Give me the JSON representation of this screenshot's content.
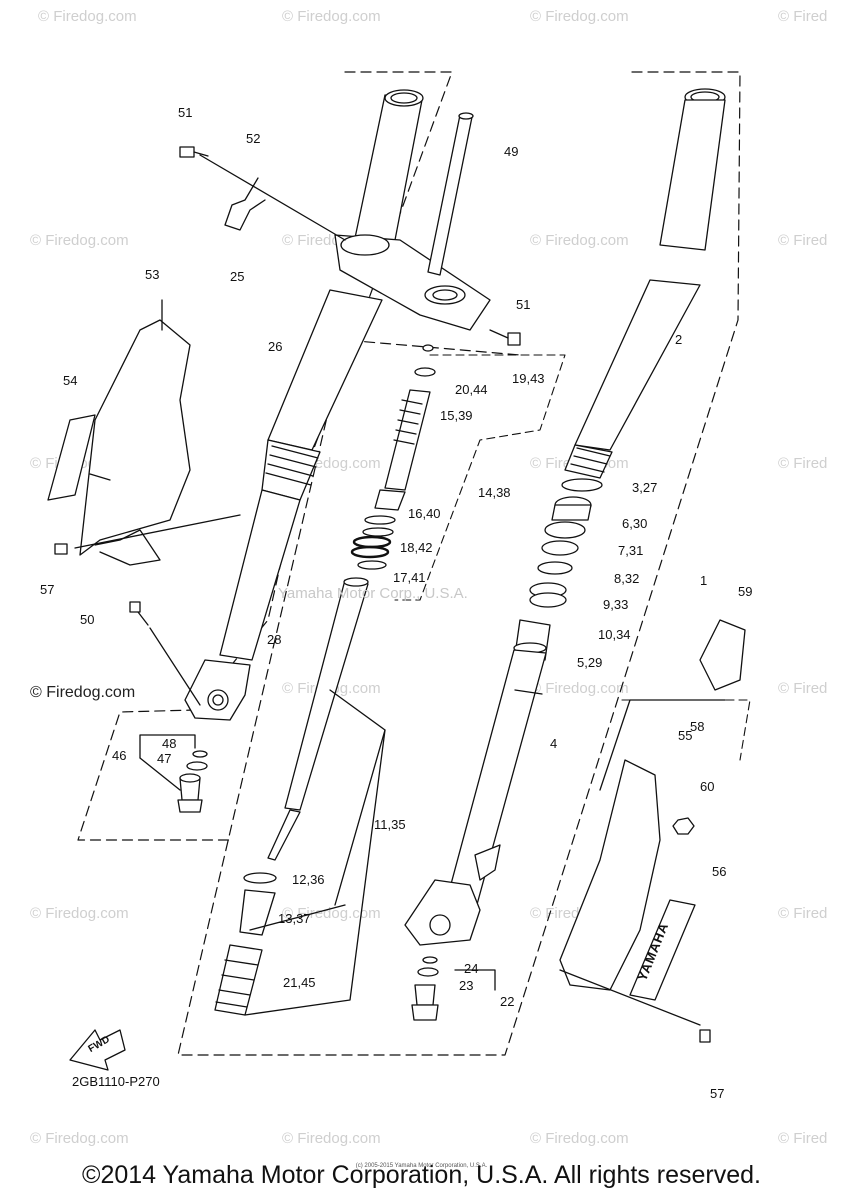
{
  "watermark": "© Firedog.com",
  "watermark_partial": "© Fired",
  "center_watermark": "Yamaha Motor Corp., U.S.A.",
  "diagram_code": "2GB1110-P270",
  "footer": "©2014 Yamaha Motor Corporation, U.S.A. All rights reserved.",
  "fine_print": "(c) 2005-2015 Yamaha Motor Corporation, U.S.A.",
  "fwd_label": "FWD",
  "brand_decal": "YAMAHA",
  "callouts": {
    "c1": "1",
    "c2": "2",
    "c3_27": "3,27",
    "c4": "4",
    "c5_29": "5,29",
    "c6_30": "6,30",
    "c7_31": "7,31",
    "c8_32": "8,32",
    "c9_33": "9,33",
    "c10_34": "10,34",
    "c11_35": "11,35",
    "c12_36": "12,36",
    "c13_37": "13,37",
    "c14_38": "14,38",
    "c15_39": "15,39",
    "c16_40": "16,40",
    "c17_41": "17,41",
    "c18_42": "18,42",
    "c19_43": "19,43",
    "c20_44": "20,44",
    "c21_45": "21,45",
    "c22": "22",
    "c23": "23",
    "c24": "24",
    "c25": "25",
    "c26": "26",
    "c28": "28",
    "c46": "46",
    "c47": "47",
    "c48": "48",
    "c49": "49",
    "c50": "50",
    "c51a": "51",
    "c51b": "51",
    "c52": "52",
    "c53": "53",
    "c54": "54",
    "c55": "55",
    "c56": "56",
    "c57a": "57",
    "c57b": "57",
    "c58": "58",
    "c59": "59",
    "c60": "60"
  }
}
